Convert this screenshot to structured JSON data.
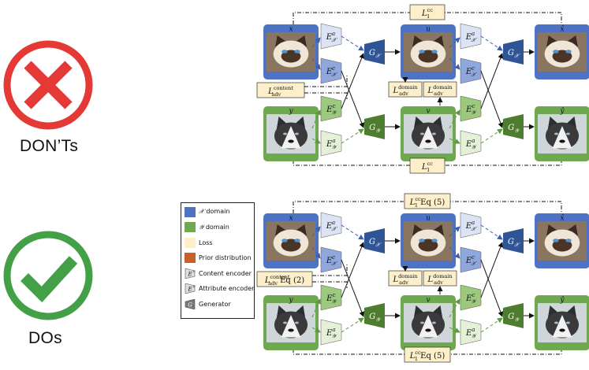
{
  "labels": {
    "donts": "DON’Ts",
    "dos": "DOs"
  },
  "colors": {
    "x_domain": "#4f73c4",
    "y_domain": "#6ea84f",
    "loss": "#fcefca",
    "prior": "#c8602a",
    "gx_dark": "#2f5597",
    "enc_x_light": "#dbe3f5",
    "enc_x_mid": "#8fa7dc",
    "enc_y_light": "#e5f0d9",
    "enc_y_mid": "#9dc97f",
    "gy_dark": "#4e7d2f",
    "red": "#e53935",
    "green": "#43a047"
  },
  "icons": {
    "donts": "cross-mark-icon",
    "dos": "check-mark-icon"
  },
  "legend": [
    {
      "key": "x_domain",
      "symbol": "𝒳",
      "text": " domain"
    },
    {
      "key": "y_domain",
      "symbol": "𝒴",
      "text": " domain"
    },
    {
      "key": "loss",
      "symbol": "",
      "text": "Loss"
    },
    {
      "key": "prior",
      "symbol": "",
      "text": "Prior distribution"
    },
    {
      "key": "content_enc",
      "symbol": "",
      "text": "Content encoder",
      "glyph": "E",
      "sup": "c"
    },
    {
      "key": "attr_enc",
      "symbol": "",
      "text": "Attribute encoder",
      "glyph": "E",
      "sup": "a"
    },
    {
      "key": "generator",
      "symbol": "",
      "text": "Generator",
      "glyph": "G"
    }
  ],
  "diagram": {
    "image_labels": {
      "x": "x",
      "u": "u",
      "xhat": "x̂",
      "y": "y",
      "v": "v",
      "yhat": "ŷ"
    },
    "encoders": {
      "exa": {
        "base": "E",
        "sup": "a",
        "sub": "𝒳"
      },
      "exc": {
        "base": "E",
        "sup": "c",
        "sub": "𝒳"
      },
      "eyc": {
        "base": "E",
        "sup": "c",
        "sub": "𝒴"
      },
      "eya": {
        "base": "E",
        "sup": "a",
        "sub": "𝒴"
      }
    },
    "generators": {
      "gx": {
        "base": "G",
        "sub": "𝒳"
      },
      "gy": {
        "base": "G",
        "sub": "𝒴"
      }
    },
    "losses_top": {
      "cc_top": {
        "base": "L",
        "sup": "cc",
        "sub": "1",
        "suffix": ""
      },
      "content": {
        "base": "L",
        "sup": "content",
        "sub": "adv",
        "suffix": ""
      },
      "dom1": {
        "base": "L",
        "sup": "domain",
        "sub": "adv",
        "suffix": ""
      },
      "dom2": {
        "base": "L",
        "sup": "domain",
        "sub": "adv",
        "suffix": ""
      },
      "cc_bot": {
        "base": "L",
        "sup": "cc",
        "sub": "1",
        "suffix": ""
      }
    },
    "losses_bottom": {
      "cc_top": {
        "base": "L",
        "sup": "cc",
        "sub": "1",
        "suffix": " Eq (5)"
      },
      "content": {
        "base": "L",
        "sup": "content",
        "sub": "adv",
        "suffix": " Eq (2)"
      },
      "dom1": {
        "base": "L",
        "sup": "domain",
        "sub": "adv",
        "suffix": ""
      },
      "dom2": {
        "base": "L",
        "sup": "domain",
        "sub": "adv",
        "suffix": ""
      },
      "cc_bot": {
        "base": "L",
        "sup": "cc",
        "sub": "1",
        "suffix": " Eq (5)"
      }
    }
  }
}
